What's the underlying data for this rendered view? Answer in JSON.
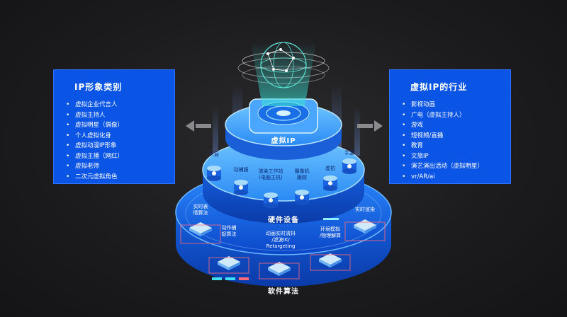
{
  "left_panel": {
    "title": "IP形象类别",
    "items": [
      "虚拟企业代言人",
      "虚拟主持人",
      "虚拟明星（偶像）",
      "个人虚拟化身",
      "虚拟动漫IP形象",
      "虚拟主播（网红）",
      "虚拟老师",
      "二次元虚拟角色"
    ]
  },
  "right_panel": {
    "title": "虚拟IP的行业",
    "items": [
      "影视动画",
      "广电（虚拟主持人）",
      "游戏",
      "短视频/直播",
      "教育",
      "文旅IP",
      "演艺演出活动（虚拟明星）",
      "vr/AR/ai"
    ]
  },
  "top_tier": {
    "label": "虚拟IP"
  },
  "hardware_tier": {
    "label": "硬件设备",
    "items": [
      "头盔",
      "动捕服",
      "渲染工作站\n(电脑主机)",
      "摄像机\n跟踪",
      "虚拍",
      "手套"
    ]
  },
  "software_tier": {
    "label": "软件算法",
    "items": [
      "实时表\n情算法",
      "动作捕\n捉算法",
      "动画实时清抖\n/滤波IK/\nRetargeting",
      "环境模拟\n/物理解算",
      "实时渲染"
    ]
  },
  "colors": {
    "panel_blue": "#0a54e6",
    "tier_blue": "#1b74f0",
    "glow": "#2fa8ff"
  }
}
